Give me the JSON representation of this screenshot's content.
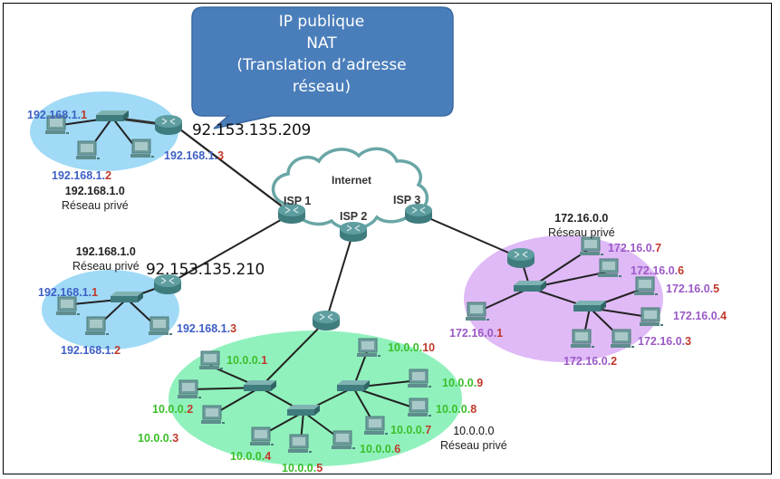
{
  "callout": {
    "lines": [
      "IP publique",
      "NAT",
      "(Translation d’adresse",
      "réseau)"
    ],
    "fill": "#4a7ebb"
  },
  "internet": {
    "label": "Internet",
    "isps": [
      "ISP 1",
      "ISP 2",
      "ISP 3"
    ]
  },
  "public_ips": [
    "92.153.135.209",
    "92.153.135.210"
  ],
  "networks": [
    {
      "id": "lan-a",
      "address": "192.168.1.0",
      "label": "Réseau privé",
      "color": "#8fd3f4",
      "hosts": [
        {
          "prefix": "192.168.1.",
          "suffix": "1"
        },
        {
          "prefix": "192.168.1.",
          "suffix": "2"
        },
        {
          "prefix": "192.168.1.",
          "suffix": "3"
        }
      ]
    },
    {
      "id": "lan-b",
      "address": "192.168.1.0",
      "label": "Réseau privé",
      "color": "#8fd3f4",
      "hosts": [
        {
          "prefix": "192.168.1.",
          "suffix": "1"
        },
        {
          "prefix": "192.168.1.",
          "suffix": "2"
        },
        {
          "prefix": "192.168.1.",
          "suffix": "3"
        }
      ]
    },
    {
      "id": "lan-c",
      "address": "10.0.0.0",
      "label": "Réseau privé",
      "color": "#7eefb2",
      "hosts": [
        {
          "prefix": "10.0.0.",
          "suffix": "1"
        },
        {
          "prefix": "10.0.0.",
          "suffix": "2"
        },
        {
          "prefix": "10.0.0.",
          "suffix": "3"
        },
        {
          "prefix": "10.0.0.",
          "suffix": "4"
        },
        {
          "prefix": "10.0.0.",
          "suffix": "5"
        },
        {
          "prefix": "10.0.0.",
          "suffix": "6"
        },
        {
          "prefix": "10.0.0.",
          "suffix": "7"
        },
        {
          "prefix": "10.0.0.",
          "suffix": "8"
        },
        {
          "prefix": "10.0.0.",
          "suffix": "9"
        },
        {
          "prefix": "10.0.0.",
          "suffix": "10"
        }
      ]
    },
    {
      "id": "lan-d",
      "address": "172.16.0.0",
      "label": "Réseau privé",
      "color": "#d9aef5",
      "hosts": [
        {
          "prefix": "172.16.0.",
          "suffix": "1"
        },
        {
          "prefix": "172.16.0.",
          "suffix": "2"
        },
        {
          "prefix": "172.16.0.",
          "suffix": "3"
        },
        {
          "prefix": "172.16.0.",
          "suffix": "4"
        },
        {
          "prefix": "172.16.0.",
          "suffix": "5"
        },
        {
          "prefix": "172.16.0.",
          "suffix": "6"
        },
        {
          "prefix": "172.16.0.",
          "suffix": "7"
        }
      ]
    }
  ],
  "colors": {
    "device": "#5f9ea0",
    "device_dark": "#3f7c7e",
    "host_suffix": "#c0392b",
    "cloud_stroke": "#6aa6a6"
  }
}
